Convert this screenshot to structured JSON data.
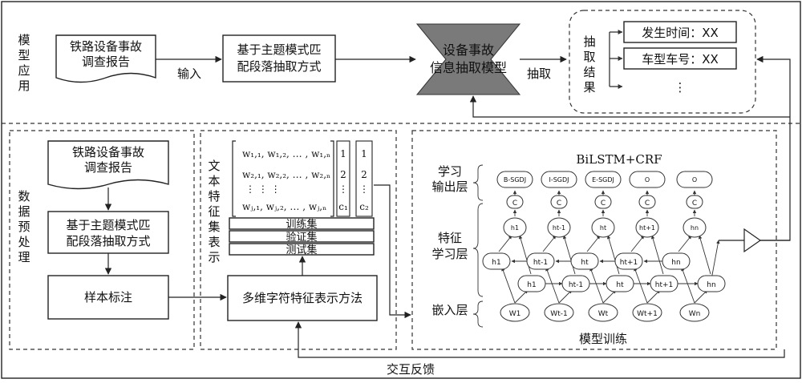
{
  "application": {
    "label_chars": [
      "模",
      "型",
      "应",
      "用"
    ],
    "doc_lines": [
      "铁路设备事故",
      "调查报告"
    ],
    "extract_method_lines": [
      "基于主题模式匹",
      "配段落抽取方式"
    ],
    "input_label": "输入",
    "model_lines": [
      "设备事故",
      "信息抽取模型"
    ],
    "extract_label": "抽取",
    "result_title_chars": [
      "抽",
      "取",
      "结",
      "果"
    ],
    "result_items": [
      "发生时间：XX",
      "车型车号：XX",
      "⋮"
    ]
  },
  "preprocess": {
    "label_chars": [
      "数",
      "据",
      "预",
      "处",
      "理"
    ],
    "doc_lines": [
      "铁路设备事故",
      "调查报告"
    ],
    "extract_method_lines": [
      "基于主题模式匹",
      "配段落抽取方式"
    ],
    "annotate_label": "样本标注"
  },
  "feature": {
    "label_chars": [
      "文",
      "本",
      "特",
      "征",
      "集",
      "表",
      "示"
    ],
    "sets": [
      "训练集",
      "验证集",
      "测试集"
    ],
    "method_label": "多维字符特征表示方法",
    "matrix_rows": [
      "w₁,₁, w₁,₂, … , w₁,ₙ",
      "w₂,₁, w₂,₂, … , w₂,ₙ",
      "⋮        ⋮            ⋮",
      "wⱼ,₁, wⱼ,₂, … , wⱼ,ₙ"
    ],
    "col1": [
      "1",
      "2",
      "⋮",
      "c₁"
    ],
    "col2": [
      "1",
      "2",
      "⋮",
      "c₂"
    ]
  },
  "training": {
    "title": "BiLSTM+CRF",
    "caption": "模型训练",
    "layer_output": [
      "学习",
      "输出层"
    ],
    "layer_feature": [
      "特征",
      "学习层"
    ],
    "layer_embed": "嵌入层",
    "tags": [
      "B-SGDJ",
      "I-SGDJ",
      "E-SGDJ",
      "O",
      "O"
    ],
    "crf_node": "C",
    "hidden": [
      "h1",
      "ht-1",
      "ht",
      "ht+1",
      "hn"
    ],
    "backward": [
      "h1",
      "ht-1",
      "ht",
      "ht+1",
      "hn"
    ],
    "forward": [
      "h1",
      "ht-1",
      "ht",
      "ht+1",
      "hn"
    ],
    "inputs": [
      "W1",
      "Wt-1",
      "Wt",
      "Wt+1",
      "Wn"
    ]
  },
  "feedback_label": "交互反馈"
}
